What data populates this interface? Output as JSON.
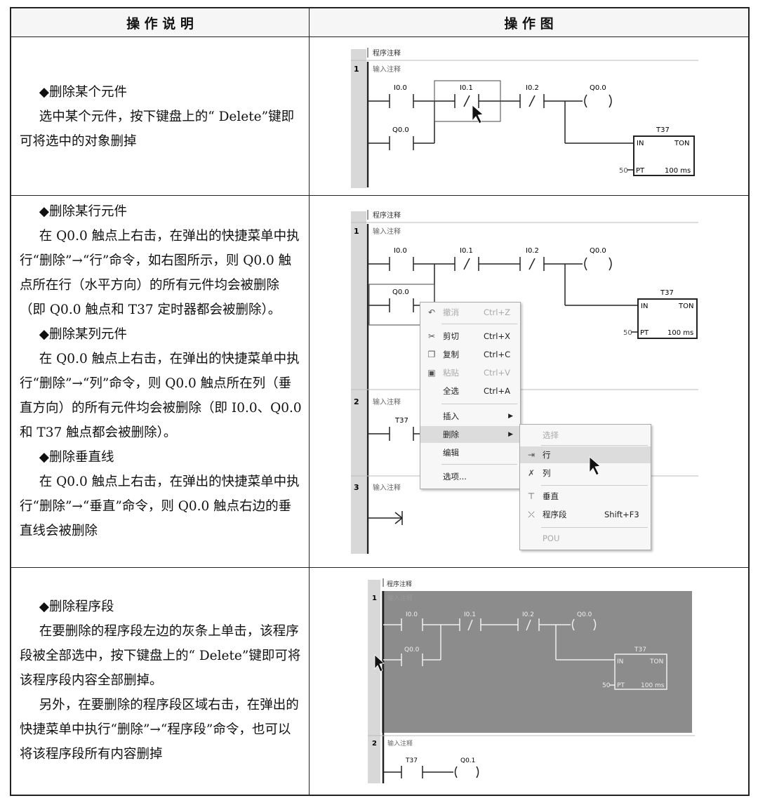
{
  "header": {
    "col_left": "操 作 说 明",
    "col_right": "操  作  图"
  },
  "rows": [
    {
      "paragraphs": [
        "◆删除某个元件",
        "选中某个元件，按下键盘上的“ Delete”键即可将选中的对象删掉"
      ]
    },
    {
      "paragraphs": [
        "◆删除某行元件",
        "在 Q0.0 触点上右击，在弹出的快捷菜单中执行“删除”→“行”命令，如右图所示，则 Q0.0 触点所在行（水平方向）的所有元件均会被删除（即 Q0.0 触点和 T37 定时器都会被删除）。",
        "◆删除某列元件",
        "在 Q0.0 触点上右击，在弹出的快捷菜单中执行“删除”→“列”命令，则 Q0.0 触点所在列（垂直方向）的所有元件均会被删除（即 I0.0、Q0.0 和 T37 触点都会被删除）。",
        "◆删除垂直线",
        "在 Q0.0 触点上右击，在弹出的快捷菜单中执行“删除”→“垂直”命令，则 Q0.0 触点右边的垂直线会被删除"
      ]
    },
    {
      "paragraphs": [
        "◆删除程序段",
        "在要删除的程序段左边的灰条上单击，该程序段被全部选中，按下键盘上的“ Delete”键即可将该程序段内容全部删掉。",
        "另外，在要删除的程序段区域右击，在弹出的快捷菜单中执行“删除”→“程序段”命令，也可以将该程序段所有内容删掉"
      ]
    }
  ],
  "ladder": {
    "program_comment": "程序注释",
    "input_comment": "输入注释",
    "net1": "1",
    "net2": "2",
    "net3": "3",
    "i00": "I0.0",
    "i01": "I0.1",
    "i02": "I0.2",
    "q00": "Q0.0",
    "q01": "Q0.1",
    "t37": "T37",
    "in": "IN",
    "ton": "TON",
    "pt": "PT",
    "pt_val": "50",
    "time": "100 ms"
  },
  "context_menu": {
    "items": [
      {
        "label": "撤消",
        "shortcut": "Ctrl+Z",
        "icon": "undo-icon",
        "disabled": true
      },
      {
        "label": "剪切",
        "shortcut": "Ctrl+X",
        "icon": "scissors-icon"
      },
      {
        "label": "复制",
        "shortcut": "Ctrl+C",
        "icon": "copy-icon"
      },
      {
        "label": "粘贴",
        "shortcut": "Ctrl+V",
        "icon": "paste-icon",
        "disabled": true
      },
      {
        "label": "全选",
        "shortcut": "Ctrl+A"
      },
      {
        "label": "插入",
        "submenu": true
      },
      {
        "label": "删除",
        "submenu": true,
        "highlighted": true
      },
      {
        "label": "编辑"
      },
      {
        "label": "选项..."
      }
    ],
    "submenu": [
      {
        "label": "选择",
        "disabled": true
      },
      {
        "label": "行",
        "icon": "delete-row-icon",
        "highlighted": true
      },
      {
        "label": "列",
        "icon": "delete-column-icon"
      },
      {
        "label": "垂直",
        "icon": "delete-vertical-icon"
      },
      {
        "label": "程序段",
        "shortcut": "Shift+F3",
        "icon": "delete-network-icon"
      },
      {
        "label": "POU",
        "disabled": true
      }
    ]
  }
}
